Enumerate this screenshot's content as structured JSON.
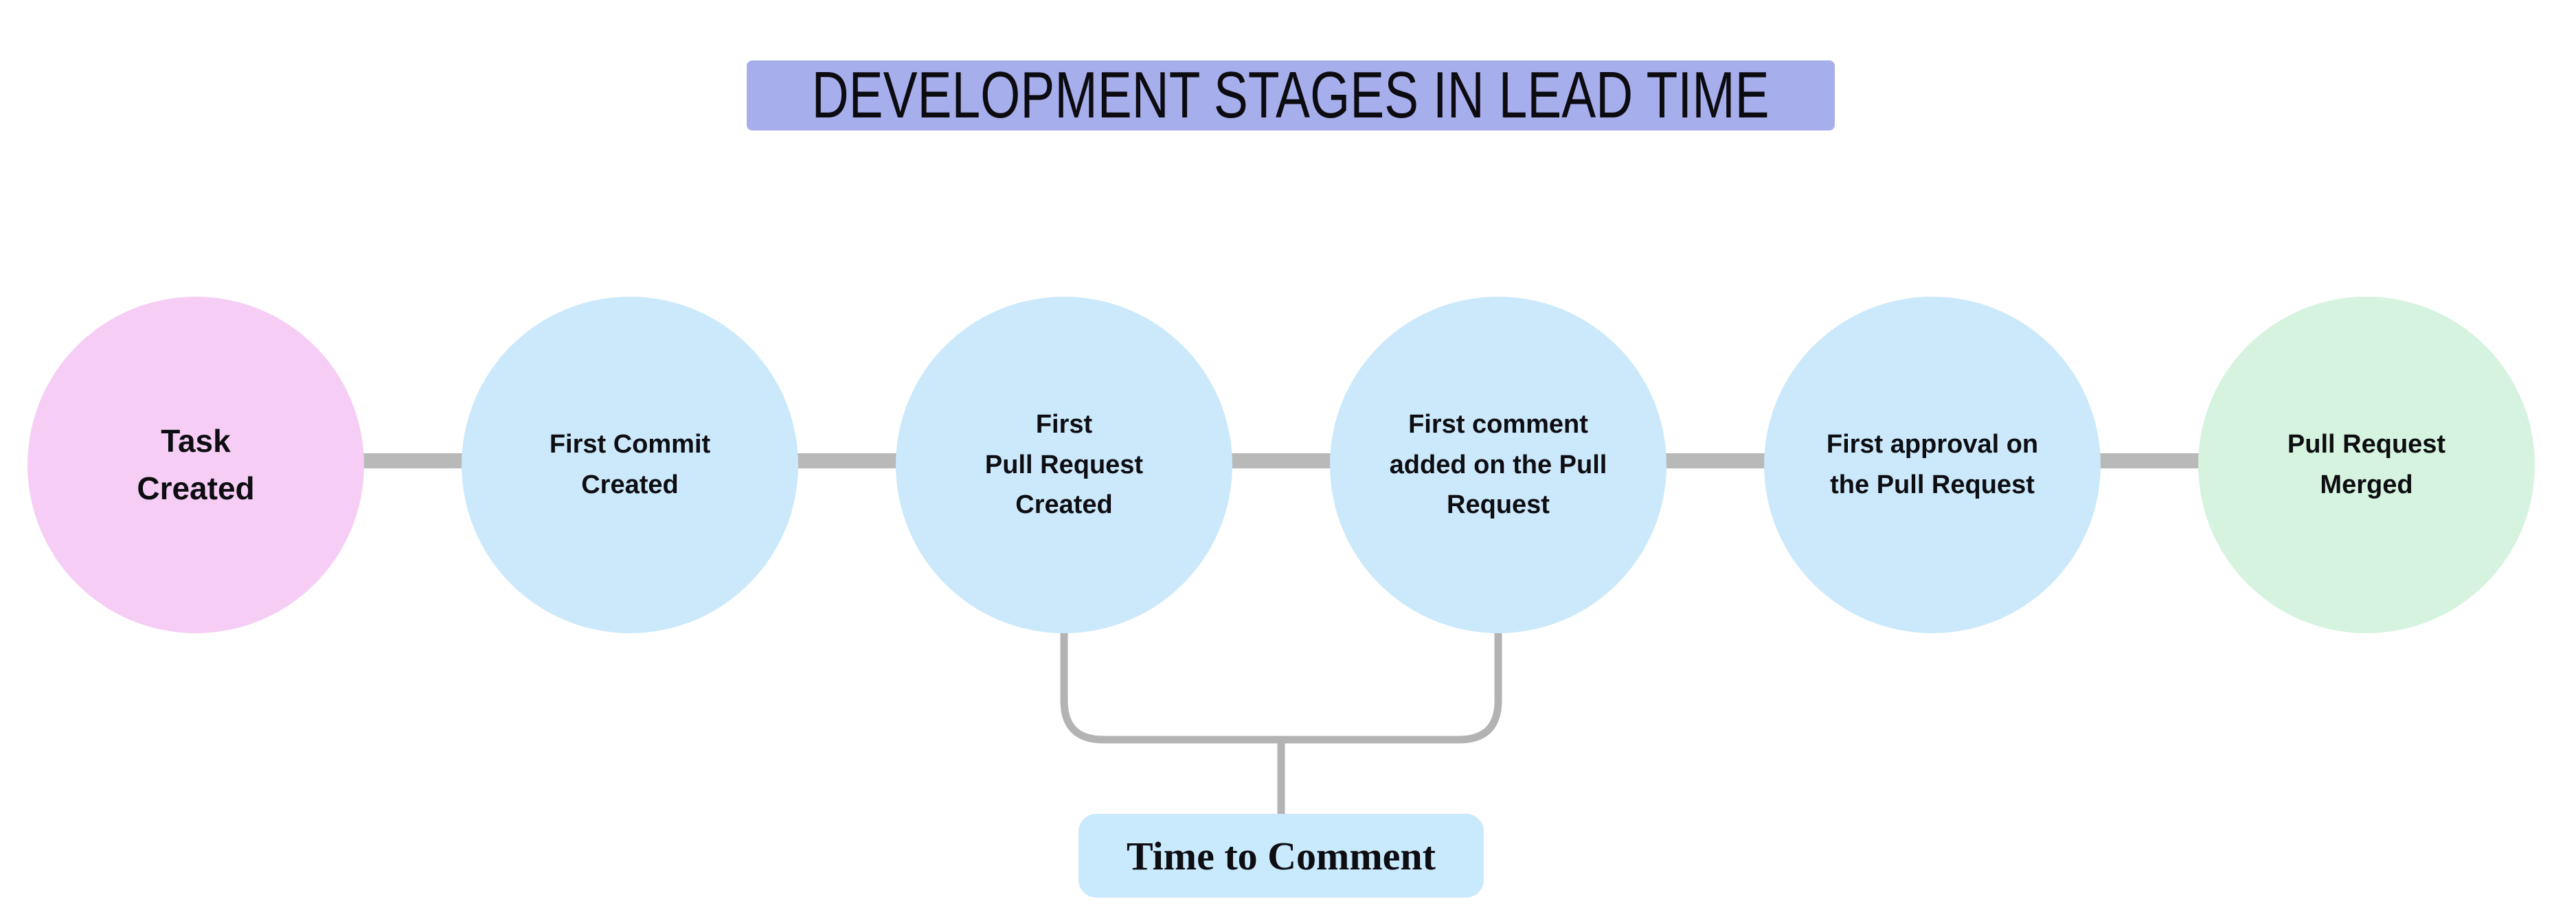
{
  "title": "DEVELOPMENT STAGES IN LEAD TIME",
  "stages": [
    {
      "label": "Task\nCreated",
      "fill": "#f6cef5"
    },
    {
      "label": "First Commit\nCreated",
      "fill": "#cbe9fb"
    },
    {
      "label": "First\nPull Request\nCreated",
      "fill": "#cbe9fb"
    },
    {
      "label": "First comment\nadded on the Pull\nRequest",
      "fill": "#cbe9fb"
    },
    {
      "label": "First approval on\nthe Pull Request",
      "fill": "#cbe9fb"
    },
    {
      "label": "Pull Request\nMerged",
      "fill": "#d5f3de"
    }
  ],
  "annotation": {
    "label": "Time to Comment",
    "fill": "#c9e9fc",
    "connects_stage_indices": [
      2,
      3
    ]
  },
  "colors": {
    "title_bg": "#a7aeec",
    "connector": "#b9b9b9",
    "bracket": "#b3b3b3",
    "text": "#0d0d12"
  }
}
